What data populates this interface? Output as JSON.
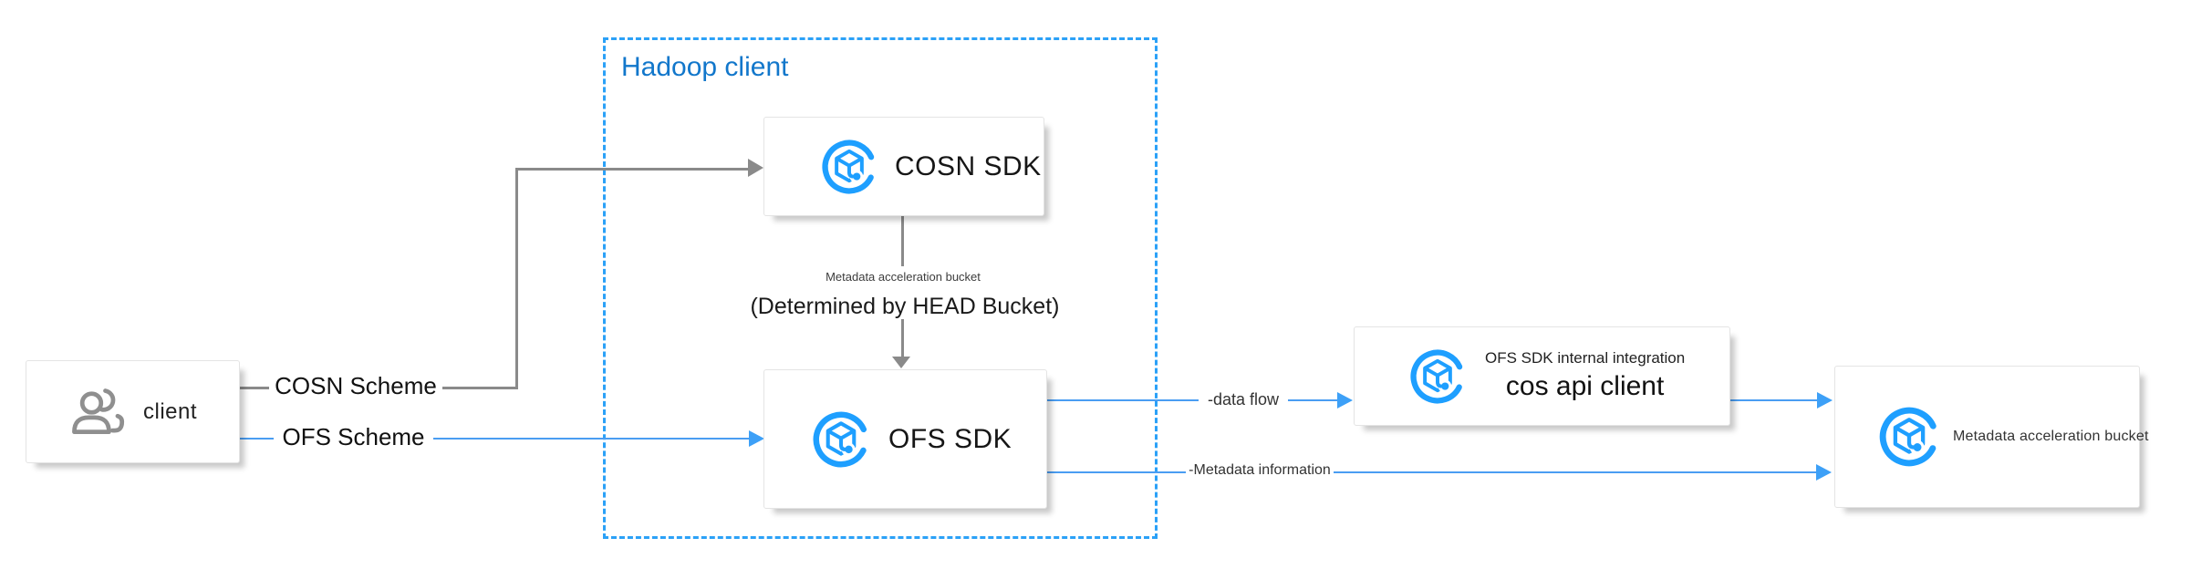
{
  "client": {
    "label": "client",
    "icon": "user-group-icon"
  },
  "container": {
    "title": "Hadoop client"
  },
  "nodes": {
    "cosn_sdk": {
      "label": "COSN SDK",
      "icon": "cos-icon"
    },
    "ofs_sdk": {
      "label": "OFS SDK",
      "icon": "cos-icon"
    },
    "cos_api_client": {
      "subtitle": "OFS SDK internal integration",
      "label": "cos api client",
      "icon": "cos-icon"
    },
    "metadata_bucket": {
      "label": "Metadata acceleration bucket",
      "icon": "cos-icon"
    }
  },
  "edges": {
    "cosn_scheme": {
      "label": "COSN Scheme"
    },
    "ofs_scheme": {
      "label": "OFS Scheme"
    },
    "head_bucket": {
      "label_top": "Metadata acceleration bucket",
      "label_bottom": "(Determined by HEAD Bucket)"
    },
    "data_flow": {
      "label": "-data flow"
    },
    "metadata_information": {
      "label": "-Metadata information"
    }
  },
  "colors": {
    "icon_blue": "#1e9fff",
    "container_border_blue": "#2ba1f7",
    "container_title_blue": "#1277cb",
    "edge_blue": "#4a9df2",
    "edge_gray": "#8a8a8a"
  }
}
